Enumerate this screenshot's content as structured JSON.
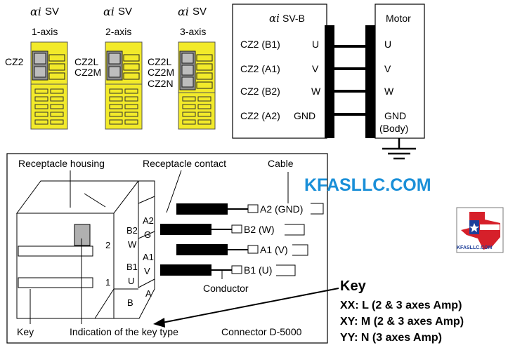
{
  "amps": [
    {
      "series_greek": "αi",
      "series_suffix": "SV",
      "axis": "1-axis",
      "connectors": [
        "CZ2"
      ]
    },
    {
      "series_greek": "αi",
      "series_suffix": "SV",
      "axis": "2-axis",
      "connectors": [
        "CZ2L",
        "CZ2M"
      ]
    },
    {
      "series_greek": "αi",
      "series_suffix": "SV",
      "axis": "3-axis",
      "connectors": [
        "CZ2L",
        "CZ2M",
        "CZ2N"
      ]
    }
  ],
  "wiring": {
    "amp_greek": "αi",
    "amp_suffix": "SV-B",
    "motor_title": "Motor",
    "rows": [
      {
        "pin": "CZ2 (B1)",
        "phase": "U",
        "motor": "U"
      },
      {
        "pin": "CZ2 (A1)",
        "phase": "V",
        "motor": "V"
      },
      {
        "pin": "CZ2 (B2)",
        "phase": "W",
        "motor": "W"
      },
      {
        "pin": "CZ2 (A2)",
        "phase": "GND",
        "motor": "GND"
      }
    ],
    "body_label": "(Body)"
  },
  "connector": {
    "housing_label": "Receptacle housing",
    "contact_label": "Receptacle contact",
    "cable_label": "Cable",
    "conductor_label": "Conductor",
    "key_label": "Key",
    "indication_label": "Indication of the key type",
    "model_label": "Connector D-5000",
    "face": {
      "row2": "2",
      "row1": "1",
      "b2": "B2",
      "w_left": "W",
      "a2": "A2",
      "g": "G",
      "b1": "B1",
      "u": "U",
      "a1": "A1",
      "v": "V",
      "b": "B",
      "a": "A"
    },
    "cables": [
      "A2 (GND)",
      "B2 (W)",
      "A1 (V)",
      "B1 (U)"
    ]
  },
  "watermark": "KFASLLC.COM",
  "logo_text": "KFASLLC.COM",
  "key_info": {
    "title": "Key",
    "lines": [
      "XX: L (2 & 3 axes Amp)",
      "XY: M (2 & 3 axes Amp)",
      "YY: N (3 axes Amp)"
    ]
  },
  "colors": {
    "amp_body": "#f2ea2a",
    "watermark": "#1a8fd8",
    "logo_blue": "#1e3f9a",
    "logo_red": "#d6202a"
  }
}
